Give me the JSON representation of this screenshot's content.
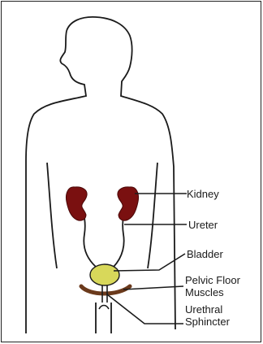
{
  "labels": {
    "kidney": "Kidney",
    "ureter": "Ureter",
    "bladder": "Bladder",
    "pelvic_floor": [
      "Pelvic Floor",
      "Muscles"
    ],
    "urethral_sphincter": [
      "Urethral",
      "Sphincter"
    ]
  },
  "colors": {
    "outline": "#1a1a1a",
    "kidney": "#7a1010",
    "bladder": "#d8d85a",
    "pelvic_floor": "#6b3a1c"
  }
}
